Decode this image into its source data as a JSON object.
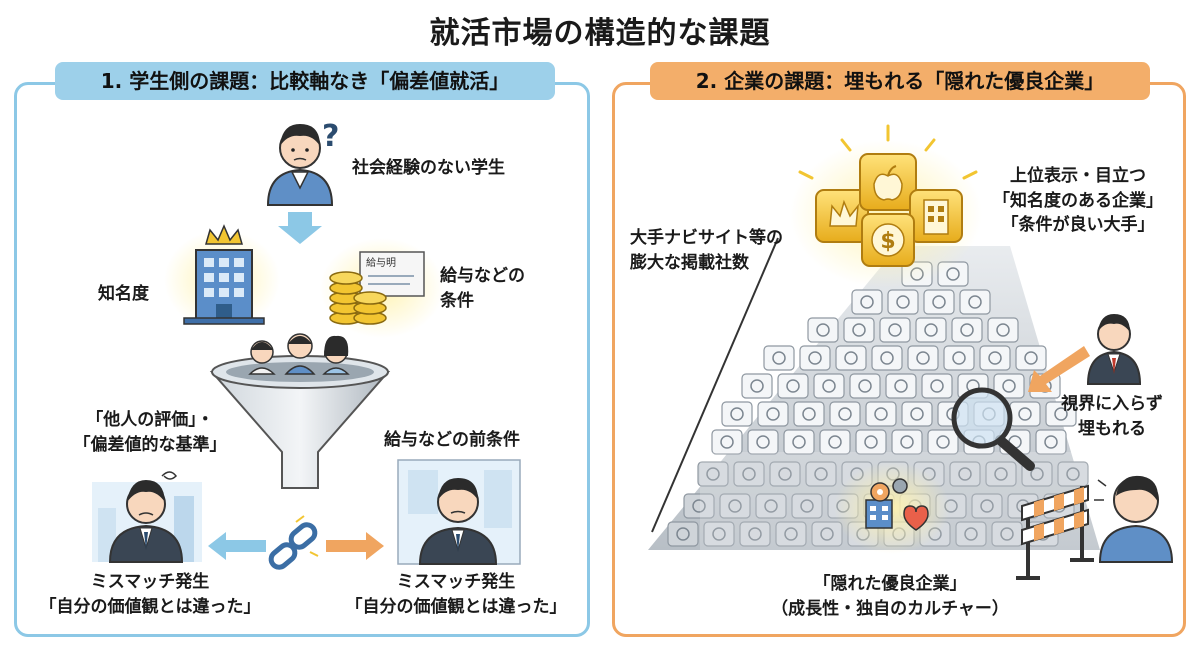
{
  "title": "就活市場の構造的な課題",
  "student_panel": {
    "heading": "1. 学生側の課題：比較軸なき「偏差値就活」",
    "student_label": "社会経験のない学生",
    "fame_label": "知名度",
    "salary_label_line1": "給与などの",
    "salary_label_line2": "条件",
    "receipt_text": "給与明",
    "others_eval_line1": "「他人の評価」・",
    "others_eval_line2": "「偏差値的な基準」",
    "precondition_label": "給与などの前条件",
    "mismatch_left_line1": "ミスマッチ発生",
    "mismatch_left_line2": "「自分の価値観とは違った」",
    "mismatch_right_line1": "ミスマッチ発生",
    "mismatch_right_line2": "「自分の価値観とは違った」"
  },
  "company_panel": {
    "heading": "2. 企業の課題：埋もれる「隠れた優良企業」",
    "navi_line1": "大手ナビサイト等の",
    "navi_line2": "膨大な掲載社数",
    "top_line1": "上位表示・目立つ",
    "top_line2": "「知名度のある企業」",
    "top_line3": "「条件が良い大手」",
    "buried_line1": "視界に入らず",
    "buried_line2": "埋もれる",
    "hidden_line1": "「隠れた優良企業」",
    "hidden_line2": "（成長性・独自のカルチャー）"
  },
  "colors": {
    "left_border": "#8cc8e6",
    "left_header": "#9dd0ea",
    "right_border": "#f0a560",
    "right_header": "#f3ae6a",
    "gold": "#f2c531",
    "arrow_blue": "#8cc8e6",
    "arrow_orange": "#f0a560"
  }
}
